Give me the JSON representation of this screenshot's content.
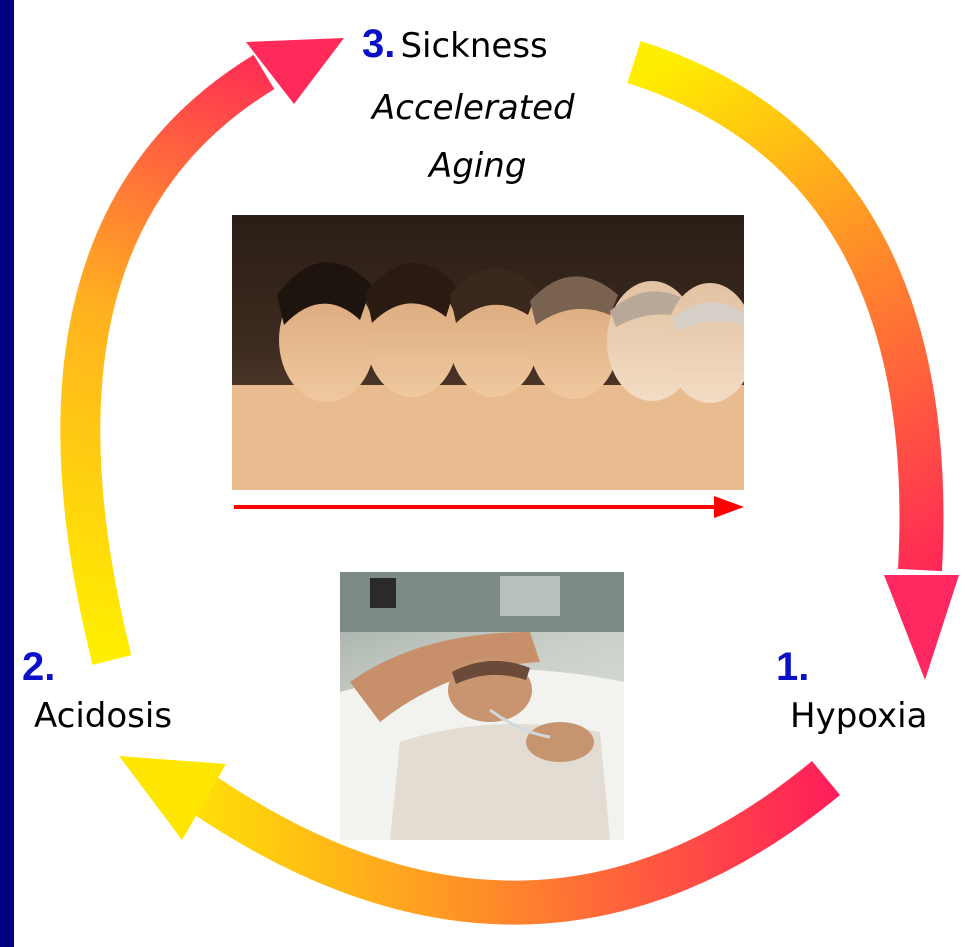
{
  "stages": [
    {
      "number": "1.",
      "label": "Hypoxia"
    },
    {
      "number": "2.",
      "label": "Acidosis"
    },
    {
      "number": "3.",
      "label": "Sickness",
      "sub1": "Accelerated",
      "sub2": "Aging"
    }
  ],
  "colors": {
    "background_frame": "#000080",
    "number_text": "#0a10c8",
    "arrow_start": "#ffee00",
    "arrow_mid": "#ff8a2a",
    "arrow_end": "#ff1e5a",
    "timeline_arrow": "#ff0000"
  },
  "images": {
    "aging_faces": "aging-sequence-photo",
    "patient": "hospital-patient-photo"
  }
}
